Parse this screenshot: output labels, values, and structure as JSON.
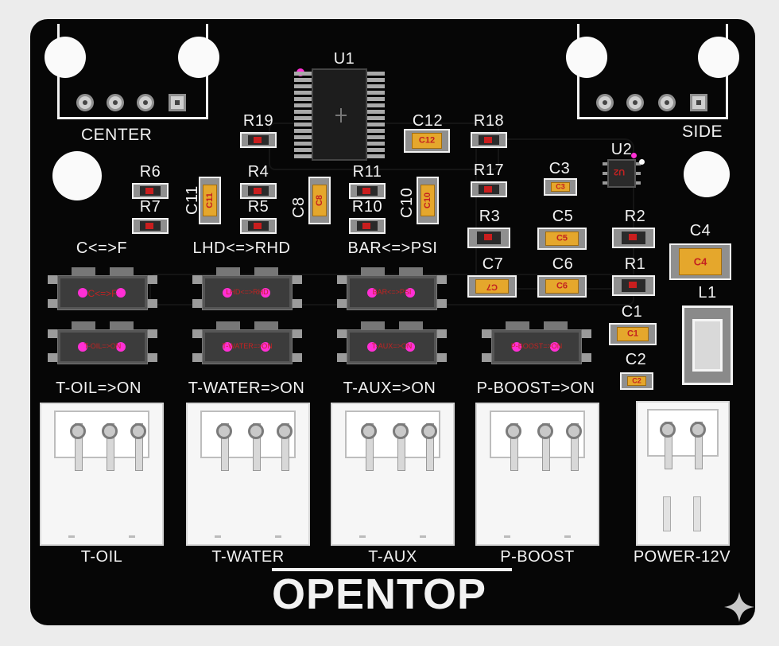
{
  "board": {
    "background": "#060606",
    "silkscreen_color": "#f2f2f2",
    "logo_text": "OPENTOP",
    "headers": {
      "center": "CENTER",
      "side": "SIDE"
    },
    "designators": {
      "u1": "U1",
      "u2": "U2",
      "r1": "R1",
      "r2": "R2",
      "r3": "R3",
      "r4": "R4",
      "r5": "R5",
      "r6": "R6",
      "r7": "R7",
      "r10": "R10",
      "r11": "R11",
      "r17": "R17",
      "r18": "R18",
      "r19": "R19",
      "c1": "C1",
      "c2": "C2",
      "c3": "C3",
      "c4": "C4",
      "c5": "C5",
      "c6": "C6",
      "c7": "C7",
      "c8": "C8",
      "c10": "C10",
      "c11": "C11",
      "c12": "C12",
      "l1": "L1"
    },
    "switch_top_labels": [
      "C<=>F",
      "LHD<=>RHD",
      "BAR<=>PSI"
    ],
    "switch_bottom_labels": [
      "T-OIL=>ON",
      "T-WATER=>ON",
      "T-AUX=>ON",
      "P-BOOST=>ON"
    ],
    "connector_labels": [
      "T-OIL",
      "T-WATER",
      "T-AUX",
      "P-BOOST",
      "POWER-12V"
    ],
    "accent_pink": "#ff2fd5",
    "cap_color": "#e5a72c"
  }
}
